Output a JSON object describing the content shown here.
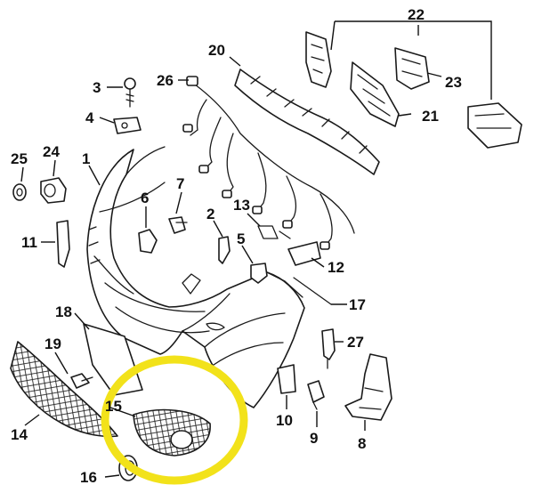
{
  "diagram": {
    "highlight_color": "#f2e21a",
    "line_color": "#1a1a1a",
    "callouts": [
      {
        "id": "c1",
        "text": "1"
      },
      {
        "id": "c2",
        "text": "2"
      },
      {
        "id": "c3",
        "text": "3"
      },
      {
        "id": "c4",
        "text": "4"
      },
      {
        "id": "c5",
        "text": "5"
      },
      {
        "id": "c6",
        "text": "6"
      },
      {
        "id": "c7",
        "text": "7"
      },
      {
        "id": "c8",
        "text": "8"
      },
      {
        "id": "c9",
        "text": "9"
      },
      {
        "id": "c10",
        "text": "10"
      },
      {
        "id": "c11",
        "text": "11"
      },
      {
        "id": "c12",
        "text": "12"
      },
      {
        "id": "c13",
        "text": "13"
      },
      {
        "id": "c14",
        "text": "14"
      },
      {
        "id": "c15",
        "text": "15"
      },
      {
        "id": "c16",
        "text": "16"
      },
      {
        "id": "c17",
        "text": "17"
      },
      {
        "id": "c18",
        "text": "18"
      },
      {
        "id": "c19",
        "text": "19"
      },
      {
        "id": "c20",
        "text": "20"
      },
      {
        "id": "c21",
        "text": "21"
      },
      {
        "id": "c22",
        "text": "22"
      },
      {
        "id": "c23",
        "text": "23"
      },
      {
        "id": "c24",
        "text": "24"
      },
      {
        "id": "c25",
        "text": "25"
      },
      {
        "id": "c26",
        "text": "26"
      },
      {
        "id": "c27",
        "text": "27"
      }
    ]
  }
}
